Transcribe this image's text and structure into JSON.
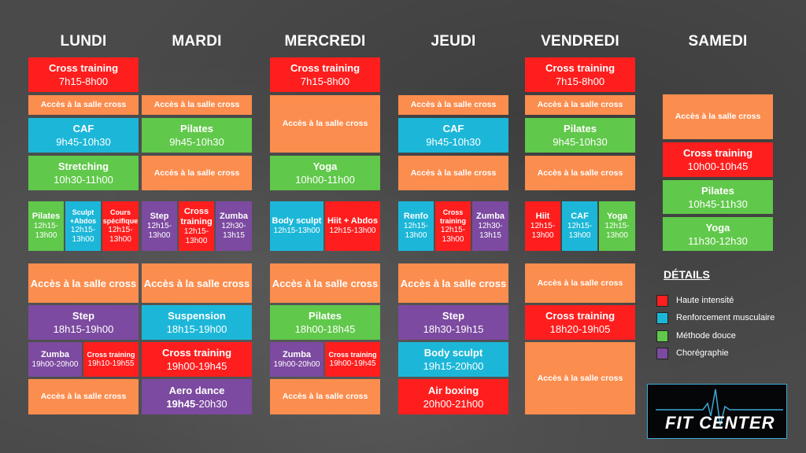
{
  "days": [
    "LUNDI",
    "MARDI",
    "MERCREDI",
    "JEUDI",
    "VENDREDI",
    "SAMEDI"
  ],
  "colors": {
    "haute": "#fe1e1e",
    "renfo": "#1cb7d8",
    "douce": "#60c84a",
    "choreo": "#7c4aa0",
    "acces": "#fb8d4e"
  },
  "common": {
    "acces": "Accès à la salle cross"
  },
  "lundi": {
    "c1": {
      "name": "Cross training",
      "time": "7h15-8h00"
    },
    "c2": {
      "name": "CAF",
      "time": "9h45-10h30"
    },
    "c3": {
      "name": "Stretching",
      "time": "10h30-11h00"
    },
    "m1": {
      "name": "Pilates",
      "time": "12h15-13h00"
    },
    "m2": {
      "name": "Sculpt +Abdos",
      "time": "12h15-13h00"
    },
    "m3": {
      "name": "Cours spécifique",
      "time": "12h15-13h00"
    },
    "c4": {
      "name": "Step",
      "time": "18h15-19h00"
    },
    "e1": {
      "name": "Zumba",
      "time": "19h00-20h00"
    },
    "e2": {
      "name": "Cross training",
      "time": "19h10-19h55"
    }
  },
  "mardi": {
    "c2": {
      "name": "Pilates",
      "time": "9h45-10h30"
    },
    "m1": {
      "name": "Step",
      "time": "12h15-13h00"
    },
    "m2": {
      "name": "Cross training",
      "time": "12h15-13h00"
    },
    "m3": {
      "name": "Zumba",
      "time": "12h30-13h15"
    },
    "c4": {
      "name": "Suspension",
      "time": "18h15-19h00"
    },
    "c5": {
      "name": "Cross training",
      "time": "19h00-19h45"
    },
    "c6": {
      "name": "Aero dance",
      "time_bold": "19h45",
      "time_rest": "-20h30"
    }
  },
  "mercredi": {
    "c1": {
      "name": "Cross training",
      "time": "7h15-8h00"
    },
    "c3": {
      "name": "Yoga",
      "time": "10h00-11h00"
    },
    "m1": {
      "name": "Body sculpt",
      "time": "12h15-13h00"
    },
    "m2": {
      "name": "Hiit + Abdos",
      "time": "12h15-13h00"
    },
    "c4": {
      "name": "Pilates",
      "time": "18h00-18h45"
    },
    "e1": {
      "name": "Zumba",
      "time": "19h00-20h00"
    },
    "e2": {
      "name": "Cross training",
      "time": "19h00-19h45"
    }
  },
  "jeudi": {
    "c2": {
      "name": "CAF",
      "time": "9h45-10h30"
    },
    "m1": {
      "name": "Renfo",
      "time": "12h15-13h00"
    },
    "m2": {
      "name": "Cross training",
      "time": "12h15-13h00"
    },
    "m3": {
      "name": "Zumba",
      "time": "12h30-13h15"
    },
    "c4": {
      "name": "Step",
      "time": "18h30-19h15"
    },
    "c5": {
      "name": "Body sculpt",
      "time": "19h15-20h00"
    },
    "c6": {
      "name": "Air boxing",
      "time": "20h00-21h00"
    }
  },
  "vendredi": {
    "c1": {
      "name": "Cross training",
      "time": "7h15-8h00"
    },
    "c2": {
      "name": "Pilates",
      "time": "9h45-10h30"
    },
    "m1": {
      "name": "Hiit",
      "time": "12h15-13h00"
    },
    "m2": {
      "name": "CAF",
      "time": "12h15-13h00"
    },
    "m3": {
      "name": "Yoga",
      "time": "12h15-13h00"
    },
    "c4": {
      "name": "Cross training",
      "time": "18h20-19h05"
    }
  },
  "samedi": {
    "c1": {
      "name": "Cross training",
      "time": "10h00-10h45"
    },
    "c2": {
      "name": "Pilates",
      "time": "10h45-11h30"
    },
    "c3": {
      "name": "Yoga",
      "time": "11h30-12h30"
    }
  },
  "legend": {
    "title": "DÉTAILS",
    "items": [
      "Haute intensité",
      "Renforcement musculaire",
      "Méthode douce",
      "Chorégraphie"
    ]
  },
  "logo": {
    "text": "FIT CENTER",
    "icon": "heartbeat-line-icon"
  }
}
